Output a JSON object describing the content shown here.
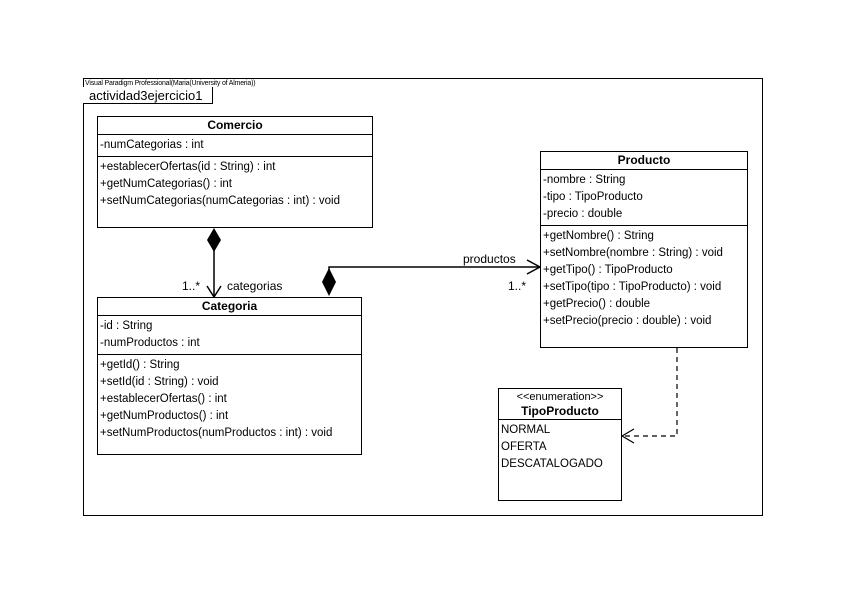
{
  "watermark": "Visual Paradigm Professional(Maria(University of Almeria))",
  "frame": {
    "label": "actividad3ejercicio1"
  },
  "classes": {
    "comercio": {
      "name": "Comercio",
      "attributes": [
        "-numCategorias : int"
      ],
      "operations": [
        "+establecerOfertas(id : String) : int",
        "+getNumCategorias() : int",
        "+setNumCategorias(numCategorias : int) : void"
      ]
    },
    "categoria": {
      "name": "Categoria",
      "attributes": [
        "-id : String",
        "-numProductos : int"
      ],
      "operations": [
        "+getId() : String",
        "+setId(id : String) : void",
        "+establecerOfertas() : int",
        "+getNumProductos() : int",
        "+setNumProductos(numProductos : int) : void"
      ]
    },
    "producto": {
      "name": "Producto",
      "attributes": [
        "-nombre : String",
        "-tipo : TipoProducto",
        "-precio : double"
      ],
      "operations": [
        "+getNombre() : String",
        "+setNombre(nombre : String) : void",
        "+getTipo() : TipoProducto",
        "+setTipo(tipo : TipoProducto) : void",
        "+getPrecio() : double",
        "+setPrecio(precio : double) : void"
      ]
    },
    "tipoProducto": {
      "stereotype": "<<enumeration>>",
      "name": "TipoProducto",
      "literals": [
        "NORMAL",
        "OFERTA",
        "DESCATALOGADO"
      ]
    }
  },
  "associations": {
    "categorias": {
      "role": "categorias",
      "multiplicity": "1..*"
    },
    "productos": {
      "role": "productos",
      "multiplicity": "1..*"
    }
  }
}
